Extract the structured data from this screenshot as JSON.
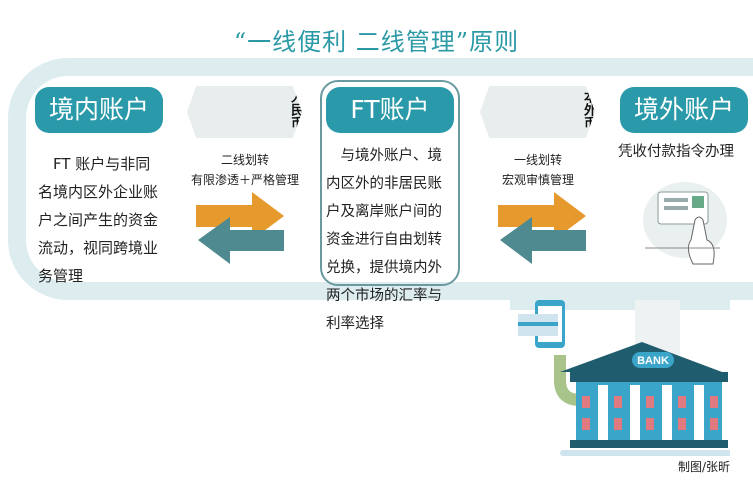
{
  "title": "“一线便利  二线管理”原则",
  "left": {
    "name": "境内账户",
    "desc": "　FT 账户与非同名境内区外企业账户之间产生的资金流动，视同跨境业务管理"
  },
  "center": {
    "name": "FT账户",
    "desc": "　与境外账户、境内区外的非居民账户及离岸账户间的资金进行自由划转兑换，提供境内外两个市场的汇率与利率选择"
  },
  "right": {
    "name": "境外账户",
    "desc": "凭收付款指令办理"
  },
  "link_left": {
    "currency": "人民币",
    "line1": "二线划转",
    "line2": "有限渗透＋严格管理"
  },
  "link_right": {
    "currency": "本外币",
    "line1": "一线划转",
    "line2": "宏观审慎管理"
  },
  "bank_sign": "BANK",
  "credit": "制图/张昕",
  "colors": {
    "teal": "#2a9aaa",
    "orange": "#e69a2e",
    "arrow_teal": "#4f8a90"
  }
}
